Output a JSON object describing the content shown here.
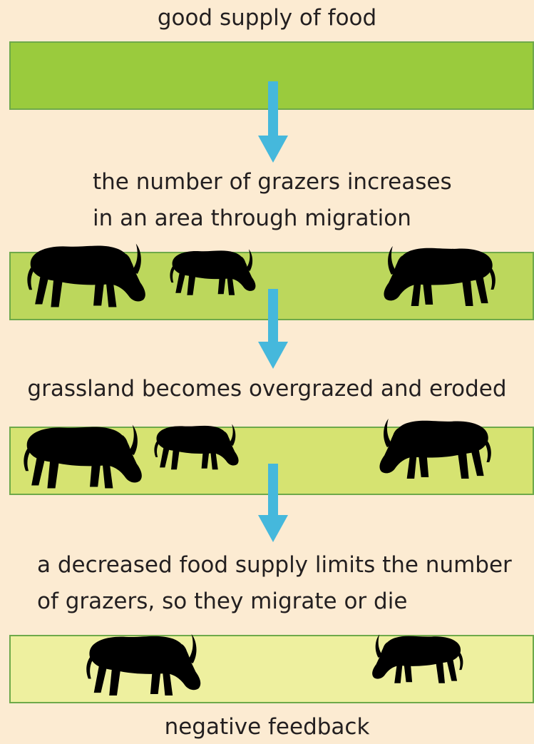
{
  "steps": [
    {
      "text": "good supply of food"
    },
    {
      "text": "the number of grazers increases\nin an area through migration"
    },
    {
      "text": "grassland becomes overgrazed and eroded"
    },
    {
      "text": "a decreased food supply limits the number\nof grazers, so they migrate or die"
    }
  ],
  "bands": [
    {
      "name": "lush-grassland",
      "color": "#9acb3d",
      "animals": 0
    },
    {
      "name": "grazed-grassland",
      "color": "#bcd75c",
      "animals": 3
    },
    {
      "name": "overgrazed-grassland",
      "color": "#d6e371",
      "animals": 3
    },
    {
      "name": "depleted-grassland",
      "color": "#eef09f",
      "animals": 2
    }
  ],
  "footer": "negative feedback",
  "colors": {
    "background": "#fcebd2",
    "arrow": "#45b8dc",
    "band_border": "#6ea94a",
    "animal": "#4a4a4a"
  },
  "icons": {
    "grazer": "water-buffalo-icon",
    "arrow": "arrow-down-icon"
  }
}
